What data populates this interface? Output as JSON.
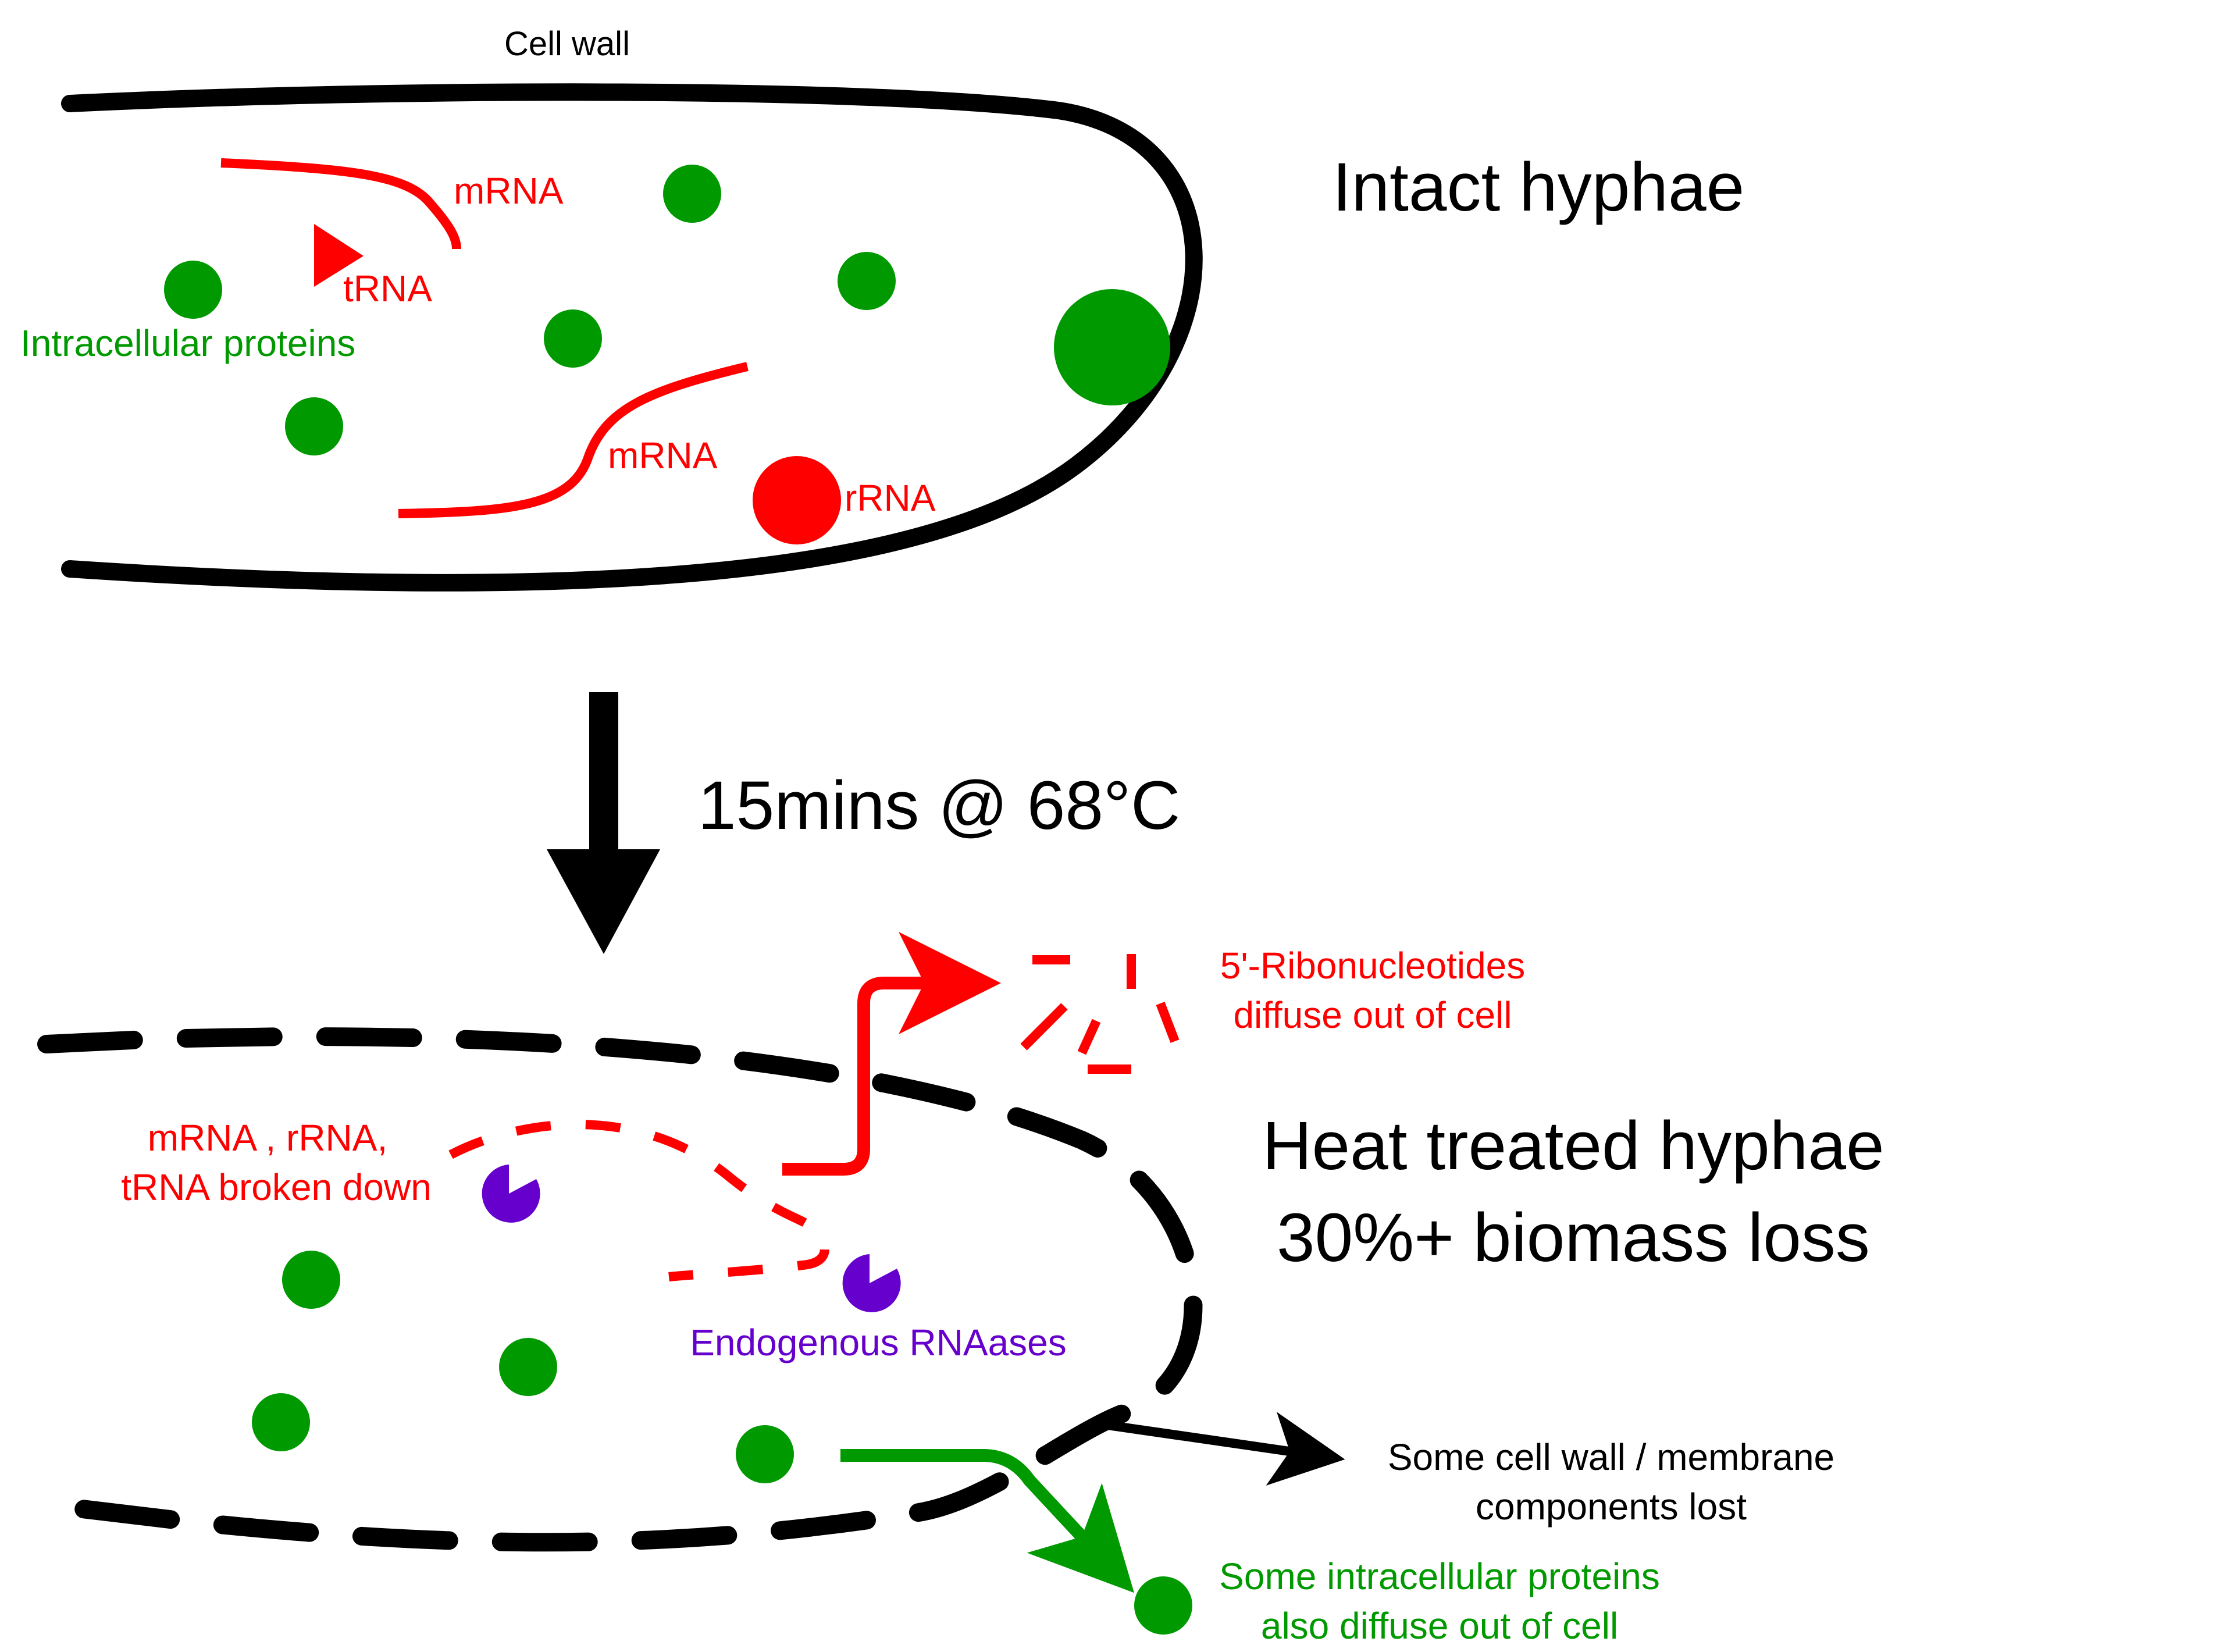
{
  "top": {
    "cell_wall_label": "Cell wall",
    "title": "Intact hyphae",
    "mrna_label_1": "mRNA",
    "mrna_label_2": "mRNA",
    "trna_label": "tRNA",
    "rrna_label": "rRNA",
    "proteins_label": "Intracellular proteins"
  },
  "treatment": {
    "label": "15mins @ 68°C"
  },
  "bottom": {
    "title_line1": "Heat treated hyphae",
    "title_line2": "30%+ biomass loss",
    "rna_broken_line1": "mRNA , rRNA,",
    "rna_broken_line2": "tRNA broken down",
    "rnaases_label": "Endogenous RNAases",
    "ribonucleotides_line1": "5'-Ribonucleotides",
    "ribonucleotides_line2": "diffuse out of cell",
    "wall_lost_line1": "Some cell wall / membrane",
    "wall_lost_line2": "components lost",
    "proteins_out_line1": "Some intracellular proteins",
    "proteins_out_line2": "also diffuse out of cell"
  },
  "colors": {
    "rna": "#ff0000",
    "protein": "#009900",
    "enzyme": "#6600cc",
    "wall": "#000000"
  }
}
